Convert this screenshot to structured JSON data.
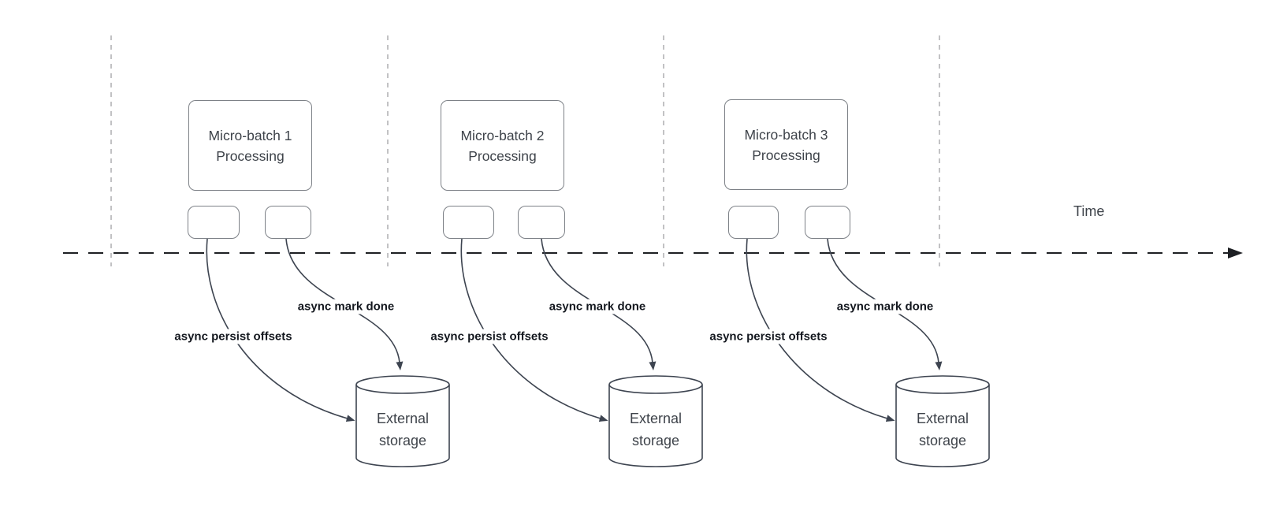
{
  "time_axis_label": "Time",
  "batches": [
    {
      "title_line1": "Micro-batch 1",
      "title_line2": "Processing",
      "persist_label": "async persist offsets",
      "done_label": "async mark done",
      "storage": {
        "line1": "External",
        "line2": "storage"
      }
    },
    {
      "title_line1": "Micro-batch 2",
      "title_line2": "Processing",
      "persist_label": "async persist offsets",
      "done_label": "async mark done",
      "storage": {
        "line1": "External",
        "line2": "storage"
      }
    },
    {
      "title_line1": "Micro-batch 3",
      "title_line2": "Processing",
      "persist_label": "async persist offsets",
      "done_label": "async mark done",
      "storage": {
        "line1": "External",
        "line2": "storage"
      }
    }
  ],
  "colors": {
    "stroke_dark": "#3d4450",
    "box_border": "#7d8187",
    "guide_line": "#aeaeb0",
    "timeline": "#1d1f23",
    "label_text": "#14181f",
    "text": "#3e434a",
    "bg": "#ffffff"
  }
}
